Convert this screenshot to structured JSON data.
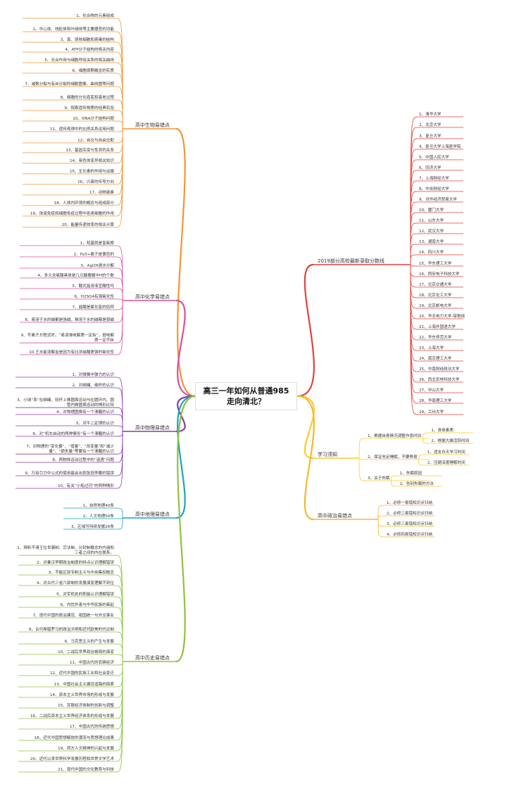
{
  "root": {
    "title": "高三一年如何从普通985走向清北？"
  },
  "branches": [
    {
      "id": "bio",
      "side": "left",
      "color": "#f39533",
      "label": "高中生物易错点",
      "items": [
        "1、化合物的元素组成",
        "2、中心体、线粒体和叶绿体等主要器官的功能",
        "3、真、原核细胞和病毒的结构",
        "4、ATP分子结构的相关内容",
        "5、光合作用与细胞呼吸关系的相关曲线",
        "6、细胞周期概念的实质",
        "7、减数分裂与有丝分裂的细胞图像、曲线图等问题",
        "8、细胞的分化癌变和衰老过程",
        "9、探索遗传物质的经典实验",
        "10、DNA分子结构问题",
        "11、遗传规律中的比例关系运用问题",
        "12、自交与自由交配",
        "13、基因突变与性状的关系",
        "14、染色体变异相关知识",
        "15、生长素的作用与运输",
        "16、兴奋的传导方向",
        "17、动物激素",
        "18、人体内环境的概念与组成部分",
        "19、体液免疫和细胞免疫过程中各类细胞的作用",
        "20、能量传递效率的相关计算"
      ]
    },
    {
      "id": "chem",
      "side": "left",
      "color": "#d94fa0",
      "label": "高中化学易错点",
      "items": [
        "1、羟基就是氢氧根",
        "2、Fe3+离子是黄色的",
        "3、AgOH遇水分解",
        "4、多元含氧酸具体是几元酸看酸中H的个数",
        "5、酸式盐溶液呈酸性吗",
        "6、H2SO4有强氧化性",
        "7、盐酸是氯化氢的俗称",
        "8、易溶于水的碱都是强碱，难溶于水的碱都是弱碱",
        "9、写离子方程式时，“易溶强电解质一定拆”，弱电解质一定不拆",
        "10.王水能溶解金是因为有比浓硝酸更强的氧化性"
      ]
    },
    {
      "id": "phys",
      "side": "left",
      "color": "#8a3aab",
      "label": "高中物理易错点",
      "items": [
        "1、对弹簧中弹力的认识",
        "2、对细绳、细杆的认识",
        "3、小球“系”在细绳、轻杆上做圆周运动与在圆环内、圆管内做圆周运动的情形比较",
        "4、对物理图像有一个清醒的认识",
        "5、对牛二定律的认识",
        "6、对“机车启动的两种情形”有一个清醒的认识",
        "7、对物理的“变化量”、“增量”、“改变量”和“减少量”、“损失量”等要有一个清醒的认识",
        "8、两物体运动过程中的“追遇”问题",
        "9、万有引力中公式的使用最会出现张冠李戴的错误",
        "10、有关“小船过河”的两种情形"
      ]
    },
    {
      "id": "geo",
      "side": "left",
      "color": "#1ba2c6",
      "label": "高中地理易错点",
      "items": [
        "1、自然地理40条",
        "2、人文地理50条",
        "3、区域可持续发展26条"
      ]
    },
    {
      "id": "hist",
      "side": "left",
      "color": "#8dc33f",
      "label": "高中历史易错点",
      "items": [
        "1、辨析不清王位世袭制、宗法制、分封制概念的内涵和三者之间的内在联系。",
        "2、对秦汉早期政治制度的特点认识理解错误",
        "3、不能区别专制主义与中央集权概念",
        "4、对古代三省六部制的发展演变理解不到位",
        "5、对军机处的职能认识理解错误",
        "6、内忧外患与中华民族的奋起",
        "7、现代中国的政治建设、祖国统一与外交事业",
        "8、古代希腊罗马的政治文明和近代欧美的代议制",
        "9、马克思主义的产生与发展",
        "10、二战后世界政治格局的演变",
        "11、中国古代的农耕经济",
        "12、近代中国的民族工业和社会变迁",
        "13、中国社会主义建设道路的探索",
        "14、资本主义世界市场的形成与发展",
        "15、苏联经济体制的创新与调整",
        "16、二战后资本主义世界经济体系的形成与发展",
        "17、中国古代的传统思想",
        "18、近代中国思想解放的潮流与思想理论成果",
        "19、西方人文精神的兴起与发展",
        "20、近代以来世界科学发展历程和世界文学艺术",
        "21、现代中国的文化教育与科技"
      ]
    },
    {
      "id": "univ",
      "side": "right",
      "color": "#e2403a",
      "label": "2019部分高校最新录取分数线",
      "items": [
        "1、清华大学",
        "2、北京大学",
        "3、复旦大学",
        "4、复旦大学上海医学院",
        "5、中国人民大学",
        "6、同济大学",
        "7、上海财经大学",
        "8、中央财经大学",
        "9、对外经济贸易大学",
        "10、厦门大学",
        "11、山东大学",
        "12、武汉大学",
        "13、湖南大学",
        "14、四川大学",
        "15、华东理工大学",
        "16、西安电子科技大学",
        "17、北京交通大学",
        "18、北京化工大学",
        "19、北京邮电大学",
        "20、华北电力大学-保税线",
        "21、上海外国语大学",
        "22、华东师范大学",
        "23、上海大学",
        "24、南京理工大学",
        "25、中南财经政法大学",
        "26、西北农林科技大学",
        "27、中山大学",
        "28、华南理工大学",
        "29、兰州大学"
      ]
    },
    {
      "id": "study",
      "side": "right",
      "color": "#ffca28",
      "label": "学习须知",
      "subs": [
        {
          "label": "1、根据自身情况调整作息时间",
          "items": [
            "1、身体素质",
            "2、根据大脑活跃时间"
          ]
        },
        {
          "label": "2、保证充足睡眠，不要熬夜",
          "items": [
            "1、适支白天学习时间",
            "2、压缩深度睡眠时间"
          ]
        },
        {
          "label": "3、关于失眠",
          "items": [
            "1、失眠原因",
            "2、告别失眠的方法"
          ]
        }
      ]
    },
    {
      "id": "pol",
      "side": "right",
      "color": "#f5b82e",
      "label": "高中政治易错点",
      "items": [
        "1、必修一易错知识点归纳",
        "2、必修二易错知识点归纳",
        "3、必修三易错知识点归纳",
        "4、必修四易错知识点归纳"
      ]
    }
  ]
}
